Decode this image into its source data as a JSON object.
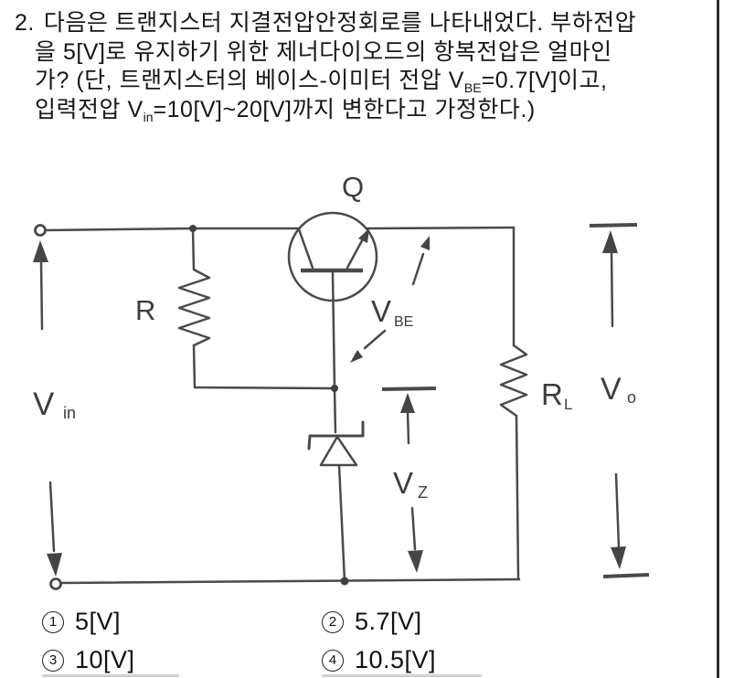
{
  "question": {
    "number": "2.",
    "line1": "다음은 트랜지스터 지결전압안정회로를 나타내었다. 부하전압",
    "line2": "을 5[V]로 유지하기 위한 제너다이오드의 항복전압은 얼마인",
    "line3_pre": "가? (단, 트랜지스터의 베이스-이미터 전압 V",
    "line3_sub": "BE",
    "line3_post": "=0.7[V]이고,",
    "line4_pre": "입력전압 V",
    "line4_sub": "in",
    "line4_post": "=10[V]~20[V]까지 변한다고 가정한다.)"
  },
  "circuit": {
    "transistor_label": "Q",
    "series_resistor_label": "R",
    "load_resistor_main": "R",
    "load_resistor_sub": "L",
    "vin_main": "V",
    "vin_sub": "in",
    "vbe_main": "V",
    "vbe_sub": "BE",
    "vz_main": "V",
    "vz_sub": "Z",
    "vo_main": "V",
    "vo_sub": "o",
    "stroke_color": "#4a4a4a"
  },
  "options": {
    "o1": {
      "num": "1",
      "label": "5[V]"
    },
    "o2": {
      "num": "2",
      "label": "5.7[V]"
    },
    "o3": {
      "num": "3",
      "label": "10[V]"
    },
    "o4": {
      "num": "4",
      "label": "10.5[V]"
    }
  }
}
